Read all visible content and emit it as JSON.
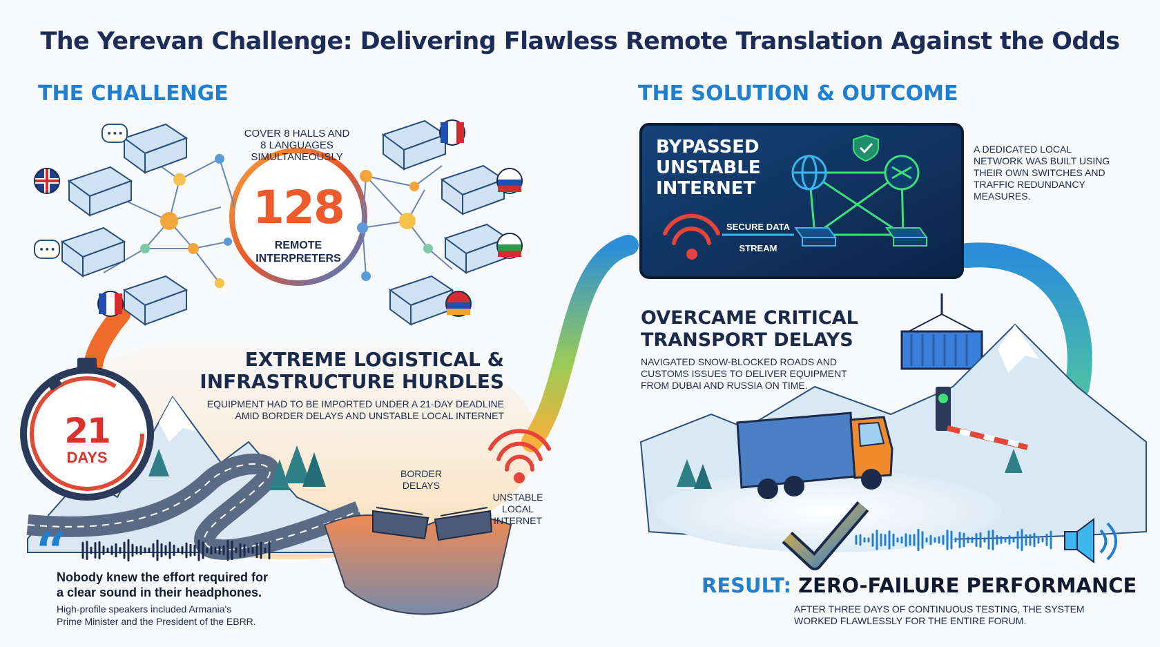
{
  "title": "The Yerevan Challenge: Delivering Flawless Remote Translation Against the Odds",
  "challenge": {
    "heading": "THE CHALLENGE",
    "cover_text": [
      "COVER 8 HALLS AND",
      "8 LANGUAGES",
      "SIMULTANEOUSLY"
    ],
    "interpreters_count": "128",
    "interpreters_label": [
      "REMOTE",
      "INTERPRETERS"
    ],
    "days_count": "21",
    "days_label": "DAYS",
    "hurdles_heading": [
      "EXTREME LOGISTICAL &",
      "INFRASTRUCTURE HURDLES"
    ],
    "hurdles_text": [
      "EQUIPMENT HAD TO BE IMPORTED UNDER A 21-DAY DEADLINE",
      "AMID BORDER DELAYS AND UNSTABLE LOCAL INTERNET"
    ],
    "border_label": [
      "BORDER",
      "DELAYS"
    ],
    "internet_label": [
      "UNSTABLE",
      "LOCAL",
      "INTERNET"
    ],
    "quote_main": [
      "Nobody knew the effort required for",
      "a clear sound in their headphones."
    ],
    "quote_sub": [
      "High-profile speakers included Armania's",
      "Prime Minister and the President of the EBRR."
    ],
    "flags_left": [
      "uk-flag",
      "france-flag"
    ],
    "flags_right": [
      "france-flag",
      "russia-flag",
      "bulgaria-flag",
      "armenia-flag"
    ]
  },
  "solution": {
    "heading": "THE SOLUTION & OUTCOME",
    "network_panel_title": [
      "BYPASSED",
      "UNSTABLE",
      "INTERNET"
    ],
    "secure_stream": [
      "SECURE DATA",
      "STREAM"
    ],
    "network_text": [
      "A DEDICATED LOCAL",
      "NETWORK WAS BUILT USING",
      "THEIR OWN SWITCHES AND",
      "TRAFFIC REDUNDANCY",
      "MEASURES."
    ],
    "transport_heading": [
      "OVERCAME CRITICAL",
      "TRANSPORT DELAYS"
    ],
    "transport_text": [
      "NAVIGATED SNOW-BLOCKED ROADS AND",
      "CUSTOMS ISSUES TO DELIVER EQUIPMENT",
      "FROM DUBAI AND RUSSIA ON TIME."
    ],
    "result_label": "RESULT:",
    "result_value": "ZERO-FAILURE PERFORMANCE",
    "result_text": [
      "AFTER THREE DAYS OF CONTINUOUS TESTING, THE SYSTEM",
      "WORKED FLAWLESSLY FOR THE ENTIRE FORUM."
    ]
  },
  "colors": {
    "navy": "#1d2b57",
    "accent_blue": "#1f7fd0",
    "orange": "#f07a2a",
    "red": "#d9312b",
    "neon_green": "#3ee07a",
    "panel_bg": "#0e2e57"
  }
}
